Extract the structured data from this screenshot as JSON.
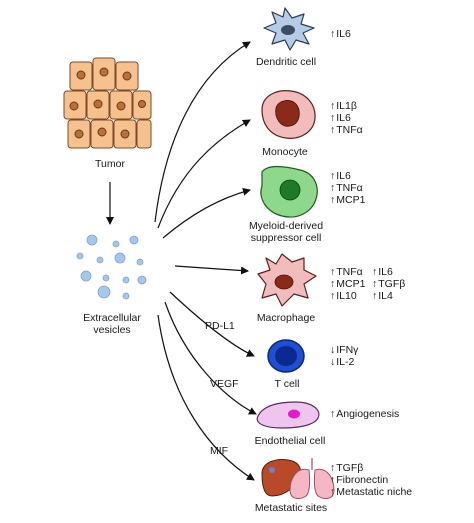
{
  "source": {
    "tumor_label": "Tumor",
    "ev_label_line1": "Extracellular",
    "ev_label_line2": "vesicles"
  },
  "edge_labels": {
    "pdl1": "PD-L1",
    "vegf": "VEGF",
    "mif": "MIF"
  },
  "arrow_glyphs": {
    "up": "↑",
    "down": "↓"
  },
  "targets": {
    "dendritic": {
      "label": "Dendritic cell",
      "effects": [
        "IL6"
      ]
    },
    "monocyte": {
      "label": "Monocyte",
      "effects": [
        "IL1β",
        "IL6",
        "TNFα"
      ]
    },
    "mdsc": {
      "label_line1": "Myeloid-derived",
      "label_line2": "suppressor cell",
      "effects": [
        "IL6",
        "TNFα",
        "MCP1"
      ]
    },
    "macrophage": {
      "label": "Macrophage",
      "effects_col1": [
        "TNFα",
        "MCP1",
        "IL10"
      ],
      "effects_col2": [
        "IL6",
        "TGFβ",
        "IL4"
      ]
    },
    "tcell": {
      "label": "T cell",
      "effects": [
        "IFNγ",
        "IL-2"
      ]
    },
    "endothelial": {
      "label": "Endothelial cell",
      "effects": [
        "Angiogenesis"
      ]
    },
    "metastatic": {
      "label": "Metastatic sites",
      "effects": [
        "TGFβ",
        "Fibronectin",
        "Metastatic niche"
      ]
    }
  },
  "colors": {
    "tumor_cell": "#f6c08f",
    "tumor_nucleus": "#b9703a",
    "vesicle": "#a7c7ea",
    "dendritic": "#b5cbe6",
    "monocyte": "#f2bcbc",
    "mdsc": "#8ed88b",
    "macrophage": "#f2bcbc",
    "tcell": "#1f4fcf",
    "endothelial": "#efc5ef",
    "liver": "#b84a2a",
    "lung": "#f5b7c5"
  }
}
